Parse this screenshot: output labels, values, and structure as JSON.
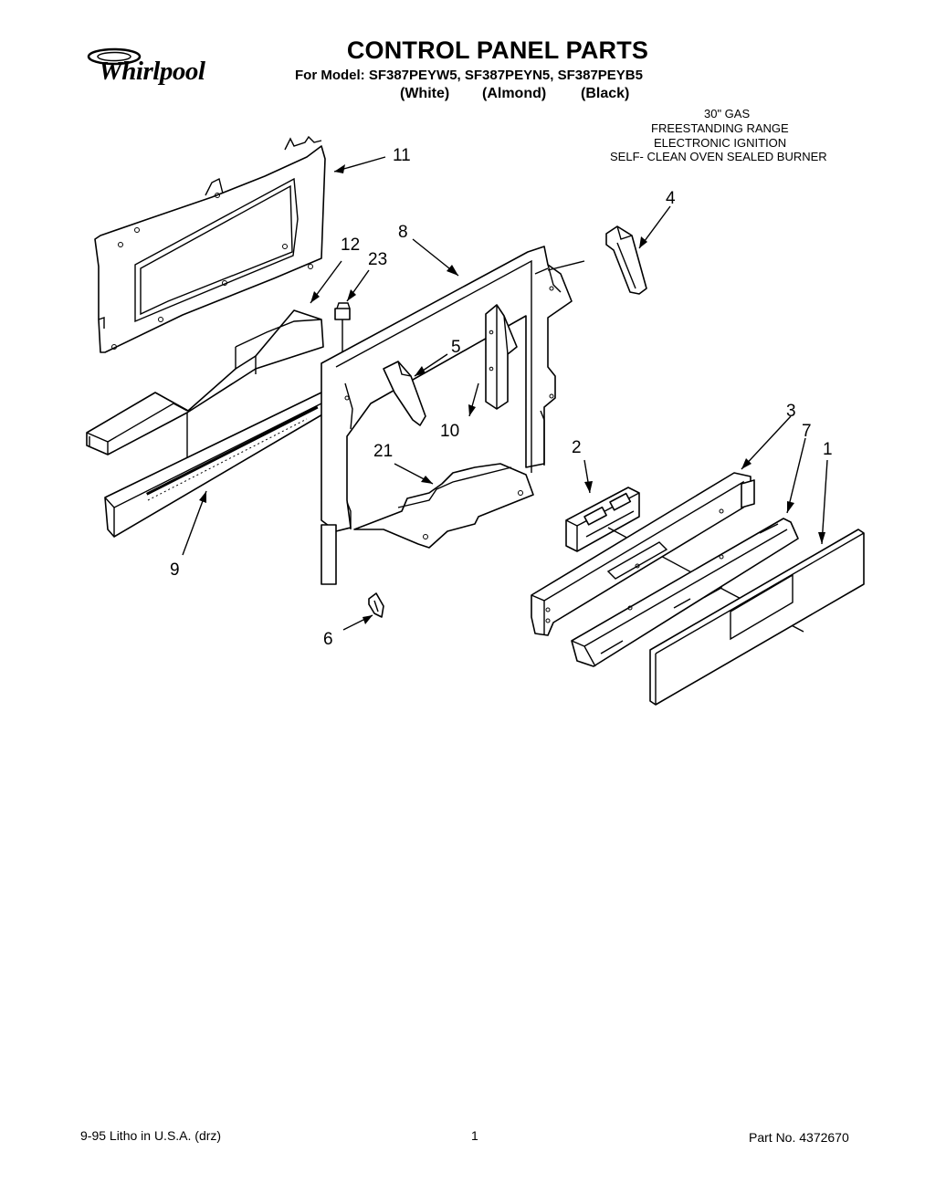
{
  "header": {
    "brand": "Whirlpool",
    "title": "CONTROL PANEL PARTS",
    "models_line": "For Model: SF387PEYW5, SF387PEYN5, SF387PEYB5",
    "colors": [
      "(White)",
      "(Almond)",
      "(Black)"
    ]
  },
  "description": [
    "30\" GAS",
    "FREESTANDING RANGE",
    "ELECTRONIC IGNITION",
    "SELF-  CLEAN OVEN SEALED BURNER"
  ],
  "callouts": {
    "c1": "1",
    "c2": "2",
    "c3": "3",
    "c4": "4",
    "c5": "5",
    "c6": "6",
    "c7": "7",
    "c8": "8",
    "c9": "9",
    "c10": "10",
    "c11": "11",
    "c12": "12",
    "c21": "21",
    "c23": "23"
  },
  "footer": {
    "left": "9-95 Litho in U.S.A. (drz)",
    "page": "1",
    "part": "Part No. 4372670"
  }
}
